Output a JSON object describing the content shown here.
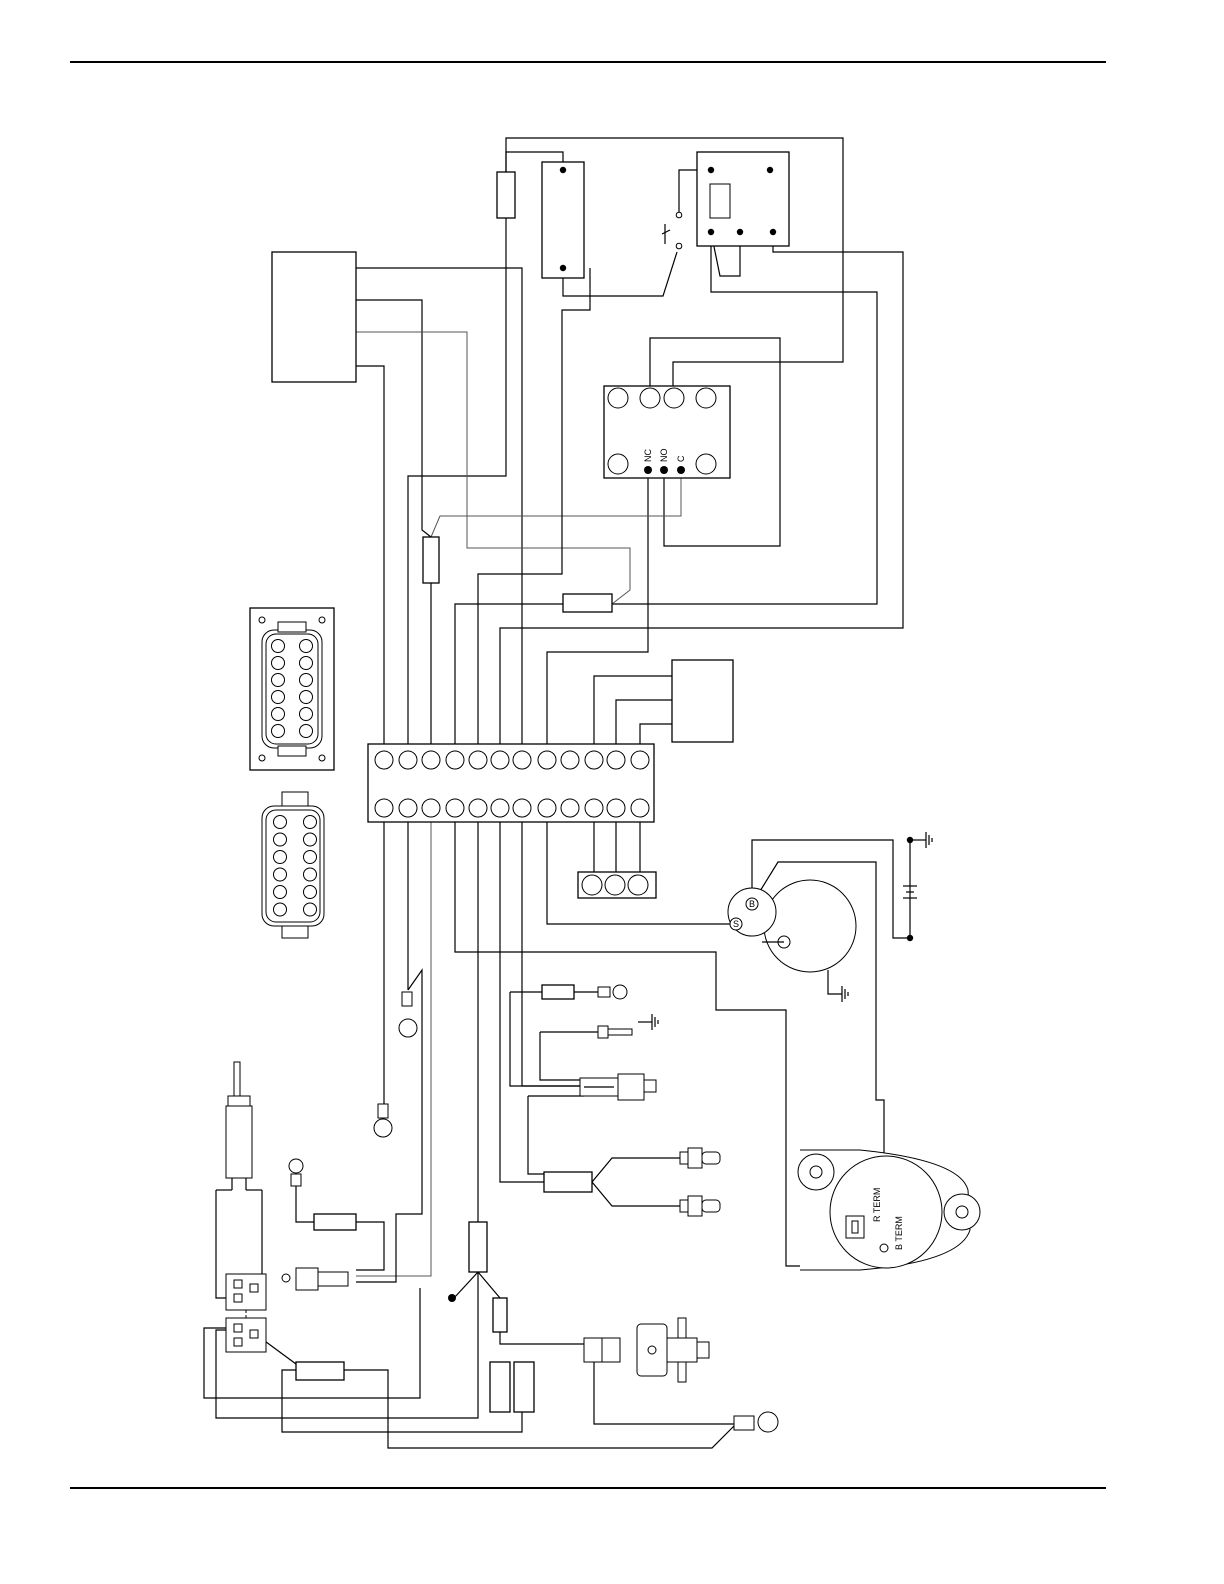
{
  "relay_labels": {
    "nc": "NC",
    "no": "NO",
    "c": "C"
  },
  "alternator_labels": {
    "r_term": "R  TERM",
    "b_term": "B  TERM"
  },
  "starter_labels": {
    "s": "S",
    "b": "B"
  },
  "colors": {
    "line": "#000000",
    "gray_wire": "#555555",
    "background": "#ffffff"
  }
}
